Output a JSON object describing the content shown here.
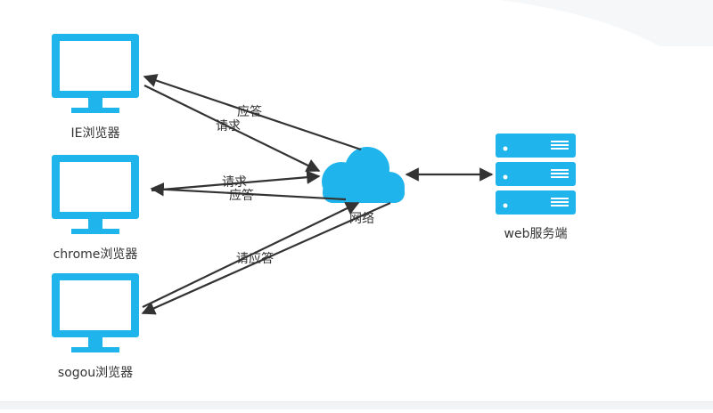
{
  "colors": {
    "accent": "#1fb5ec",
    "arrow": "#333333",
    "server_lines": "#ffffff"
  },
  "browsers": {
    "ie": {
      "label": "IE浏览器",
      "icon": "monitor-icon"
    },
    "chrome": {
      "label": "chrome浏览器",
      "icon": "monitor-icon"
    },
    "sogou": {
      "label": "sogou浏览器",
      "icon": "monitor-icon"
    }
  },
  "network": {
    "label": "网络",
    "icon": "cloud-icon"
  },
  "server": {
    "label": "web服务端",
    "icon": "server-icon"
  },
  "edges": {
    "ie_response": "应答",
    "ie_request": "请求",
    "chrome_request": "请求",
    "chrome_response": "应答",
    "sogou_both": "请应答"
  }
}
